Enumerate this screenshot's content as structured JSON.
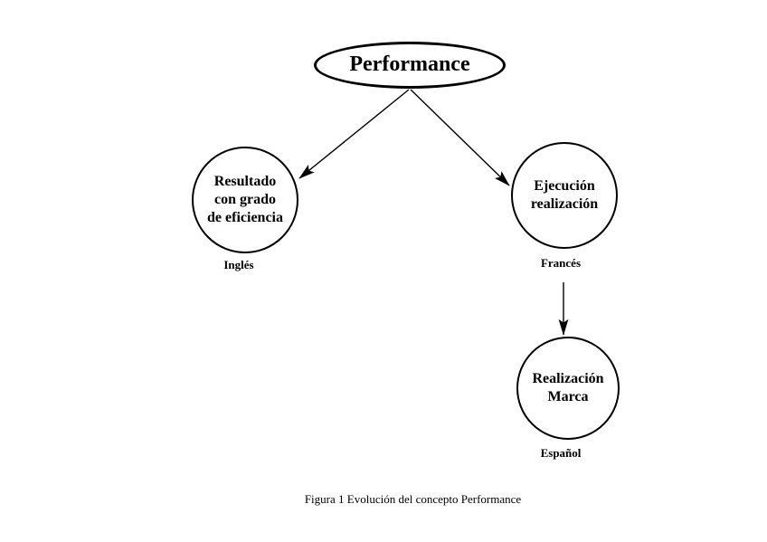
{
  "figure": {
    "root_node": {
      "label": "Performance"
    },
    "nodes": {
      "english": {
        "line1": "Resultado",
        "line2": "con grado",
        "line3": "de eficiencia",
        "language_label": "Inglés"
      },
      "french": {
        "line1": "Ejecución",
        "line2": "realización",
        "language_label": "Francés"
      },
      "spanish": {
        "line1": "Realización",
        "line2": "Marca",
        "language_label": "Español"
      }
    },
    "caption": "Figura 1 Evolución del concepto Performance",
    "colors": {
      "ink": "#000000",
      "background": "#ffffff"
    }
  }
}
